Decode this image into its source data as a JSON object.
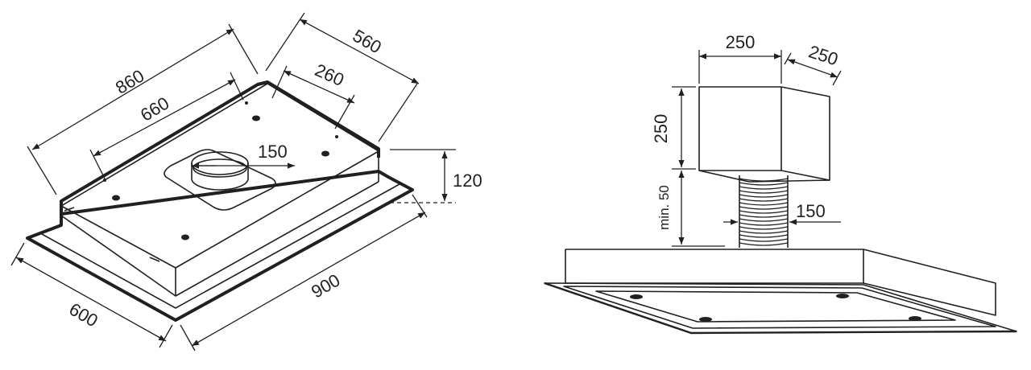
{
  "left_view": {
    "dims": {
      "d860": "860",
      "d660": "660",
      "d560": "560",
      "d260": "260",
      "d150": "150",
      "d120": "120",
      "d900": "900",
      "d600": "600"
    }
  },
  "right_view": {
    "dims": {
      "box_width": "250",
      "box_depth": "250",
      "box_height": "250",
      "min_gap": "min. 50",
      "duct_diameter": "150"
    }
  },
  "colors": {
    "line": "#231f20",
    "background": "#ffffff"
  }
}
